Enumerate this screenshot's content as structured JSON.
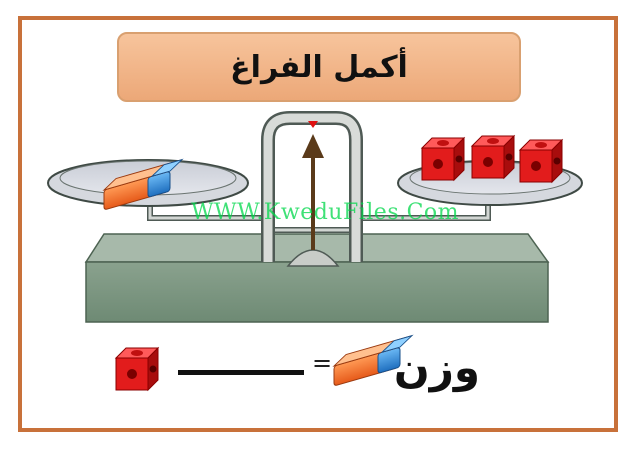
{
  "title": "أكمل الفراغ",
  "watermark": "WWW.KweduFiles.Com",
  "equation": {
    "word": "وزن",
    "equals": "=",
    "answer": ""
  },
  "scale": {
    "right_pan_blocks": 3,
    "left_pan_item": "eraser-icon",
    "result_unit": "block-icon"
  },
  "colors": {
    "frame": "#c8713a",
    "title_bg": "#f4b88c",
    "base": "#6f8a74",
    "block": "#e02020",
    "eraser_orange": "#f06a28",
    "eraser_blue": "#2a86d6",
    "watermark": "#00d84a"
  }
}
